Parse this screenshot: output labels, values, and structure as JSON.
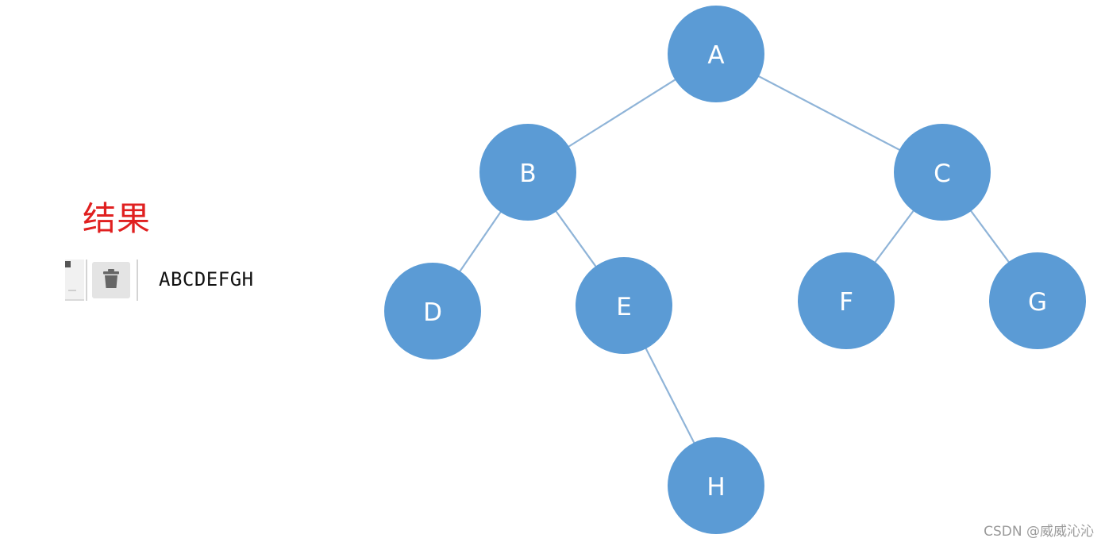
{
  "result_label": "结果",
  "console": {
    "clear_icon": "trash-icon",
    "output": "ABCDEFGH"
  },
  "tree": {
    "nodes": [
      {
        "id": "A",
        "label": "A"
      },
      {
        "id": "B",
        "label": "B"
      },
      {
        "id": "C",
        "label": "C"
      },
      {
        "id": "D",
        "label": "D"
      },
      {
        "id": "E",
        "label": "E"
      },
      {
        "id": "F",
        "label": "F"
      },
      {
        "id": "G",
        "label": "G"
      },
      {
        "id": "H",
        "label": "H"
      }
    ],
    "edges": [
      {
        "from": "A",
        "to": "B"
      },
      {
        "from": "A",
        "to": "C"
      },
      {
        "from": "B",
        "to": "D"
      },
      {
        "from": "B",
        "to": "E"
      },
      {
        "from": "C",
        "to": "F"
      },
      {
        "from": "C",
        "to": "G"
      },
      {
        "from": "E",
        "to": "H"
      }
    ],
    "node_color": "#5b9bd5",
    "edge_color": "#8fb4d8"
  },
  "watermark": "CSDN @威威沁沁"
}
